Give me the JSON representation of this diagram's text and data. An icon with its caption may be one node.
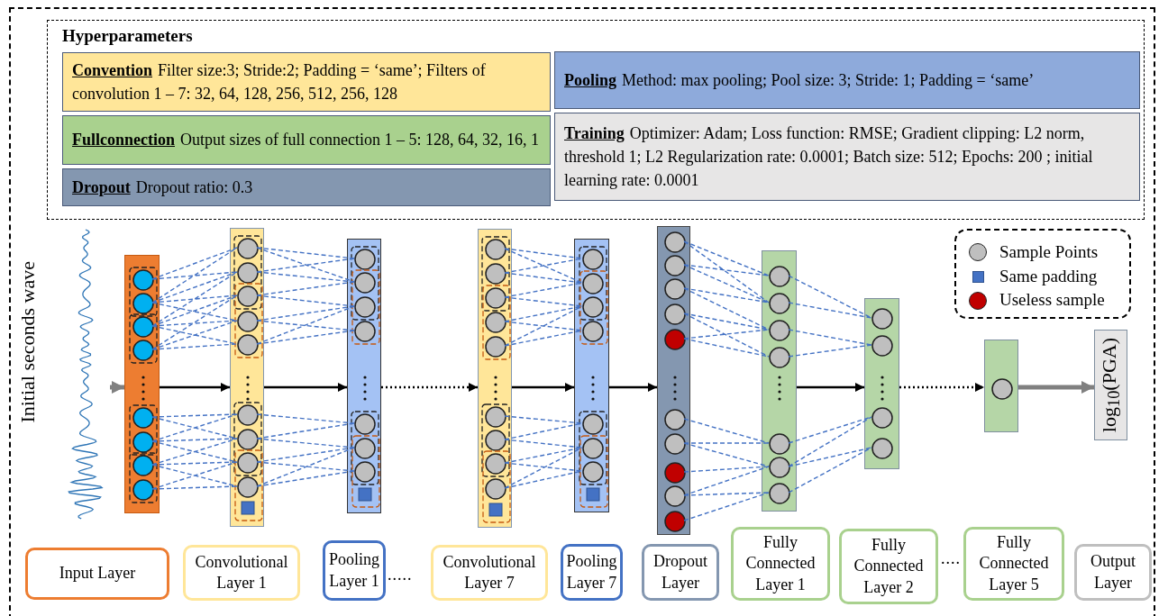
{
  "diagram": {
    "nodes": [
      {
        "text": [
          "Hyperparameters"
        ]
      },
      {
        "text": [
          "Convention",
          "Filter size:3; Stride:2; Padding = ‘same’; Filters of convolution 1 – 7: 32, 64, 128, 256, 512, 256, 128"
        ],
        "in": 0
      },
      {
        "text": [
          "Pooling",
          "Method: max pooling; Pool size: 3; Stride: 1; Padding = ‘same’"
        ],
        "in": 0
      },
      {
        "text": [
          "Fullconnection",
          "Output sizes of full connection 1 – 5: 128, 64, 32, 16, 1"
        ],
        "in": 0
      },
      {
        "text": [
          "Training",
          "Optimizer: Adam; Loss function: RMSE; Gradient clipping: L2 norm, threshold 1; L2 Regularization rate: 0.0001; Batch size: 512; Epochs: 200 ; initial learning rate: 0.0001"
        ],
        "in": 0
      },
      {
        "text": [
          "Dropout",
          "Dropout ratio: 0.3"
        ],
        "in": 0
      },
      {
        "text": [],
        "shape": "picture",
        "beside": [
          "Initial seconds wave"
        ]
      },
      {
        "text": [],
        "shape": "bar"
      },
      {
        "text": [],
        "shape": "bar"
      },
      {
        "text": [],
        "shape": "bar"
      },
      {
        "text": [],
        "shape": "bar"
      },
      {
        "text": [],
        "shape": "bar"
      },
      {
        "text": [],
        "shape": "bar"
      },
      {
        "text": [],
        "shape": "bar"
      },
      {
        "text": [],
        "shape": "bar"
      },
      {
        "text": [],
        "shape": "bar"
      },
      {
        "text": [
          "log$_{10}$(PGA)"
        ]
      },
      {
        "text": [
          "Input Layer"
        ]
      },
      {
        "text": [
          "Convolutional Layer 1"
        ]
      },
      {
        "text": [
          "Pooling Layer 1"
        ]
      },
      {
        "text": [
          "Convolutional Layer 7"
        ]
      },
      {
        "text": [
          "Pooling Layer 7"
        ]
      },
      {
        "text": [
          "Dropout Layer"
        ]
      },
      {
        "text": [
          "Fully Connected Layer 1"
        ]
      },
      {
        "text": [
          "Fully Connected Layer 2"
        ]
      },
      {
        "text": [
          "Fully Connected Layer 5"
        ]
      },
      {
        "text": [
          "Output Layer"
        ]
      }
    ],
    "edges": [
      {
        "from": 6,
        "to": 7,
        "arrow": "to",
        "style": "thick",
        "color": "#808080"
      },
      {
        "from": 7,
        "to": 8,
        "arrow": "to"
      },
      {
        "from": 8,
        "to": 9,
        "arrow": "to"
      },
      {
        "from": 9,
        "to": 10,
        "arrow": "to",
        "style": "dashed"
      },
      {
        "from": 10,
        "to": 11,
        "arrow": "to"
      },
      {
        "from": 11,
        "to": 12,
        "arrow": "to"
      },
      {
        "from": 13,
        "to": 14,
        "arrow": "to"
      },
      {
        "from": 14,
        "to": 15,
        "arrow": "to",
        "style": "dashed"
      },
      {
        "from": 15,
        "to": 16,
        "arrow": "to",
        "style": "thick",
        "color": "#808080"
      }
    ],
    "labels": [
      ".....",
      "...."
    ],
    "legend": [
      {
        "text": "Sample Points"
      },
      {
        "text": "Same padding",
        "color": "#4472c4"
      },
      {
        "text": "Useless sample",
        "color": "#c00000"
      }
    ]
  }
}
